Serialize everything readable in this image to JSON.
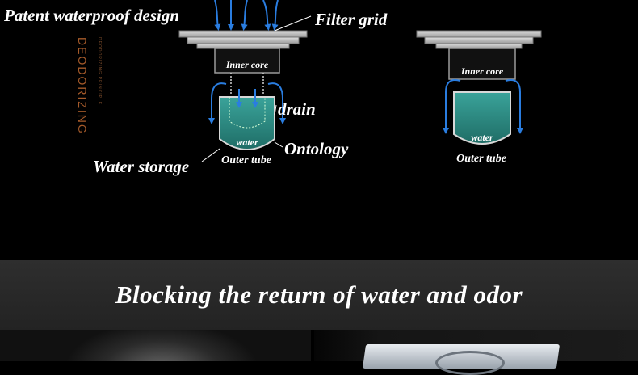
{
  "diagram": {
    "left": {
      "patent_label": "Patent waterproof design",
      "filter_label": "Filter grid",
      "inner_core_label": "Inner core",
      "drain_label": "drain",
      "water_label": "water",
      "ontology_label": "Ontology",
      "water_storage_label": "Water storage",
      "outer_tube_label": "Outer tube"
    },
    "right": {
      "inner_core_label": "Inner core",
      "water_label": "water",
      "outer_tube_label": "Outer tube"
    },
    "vertical_word": "DEODORIZING",
    "vertical_subtitle": "DEODORIZING PRINCIPLE",
    "colors": {
      "water": "#2f8a82",
      "arrow": "#1f6fd0",
      "metal": "#bfbfbf",
      "accent": "#a55a2a"
    }
  },
  "banner": {
    "title": "Blocking the return of water and odor"
  }
}
